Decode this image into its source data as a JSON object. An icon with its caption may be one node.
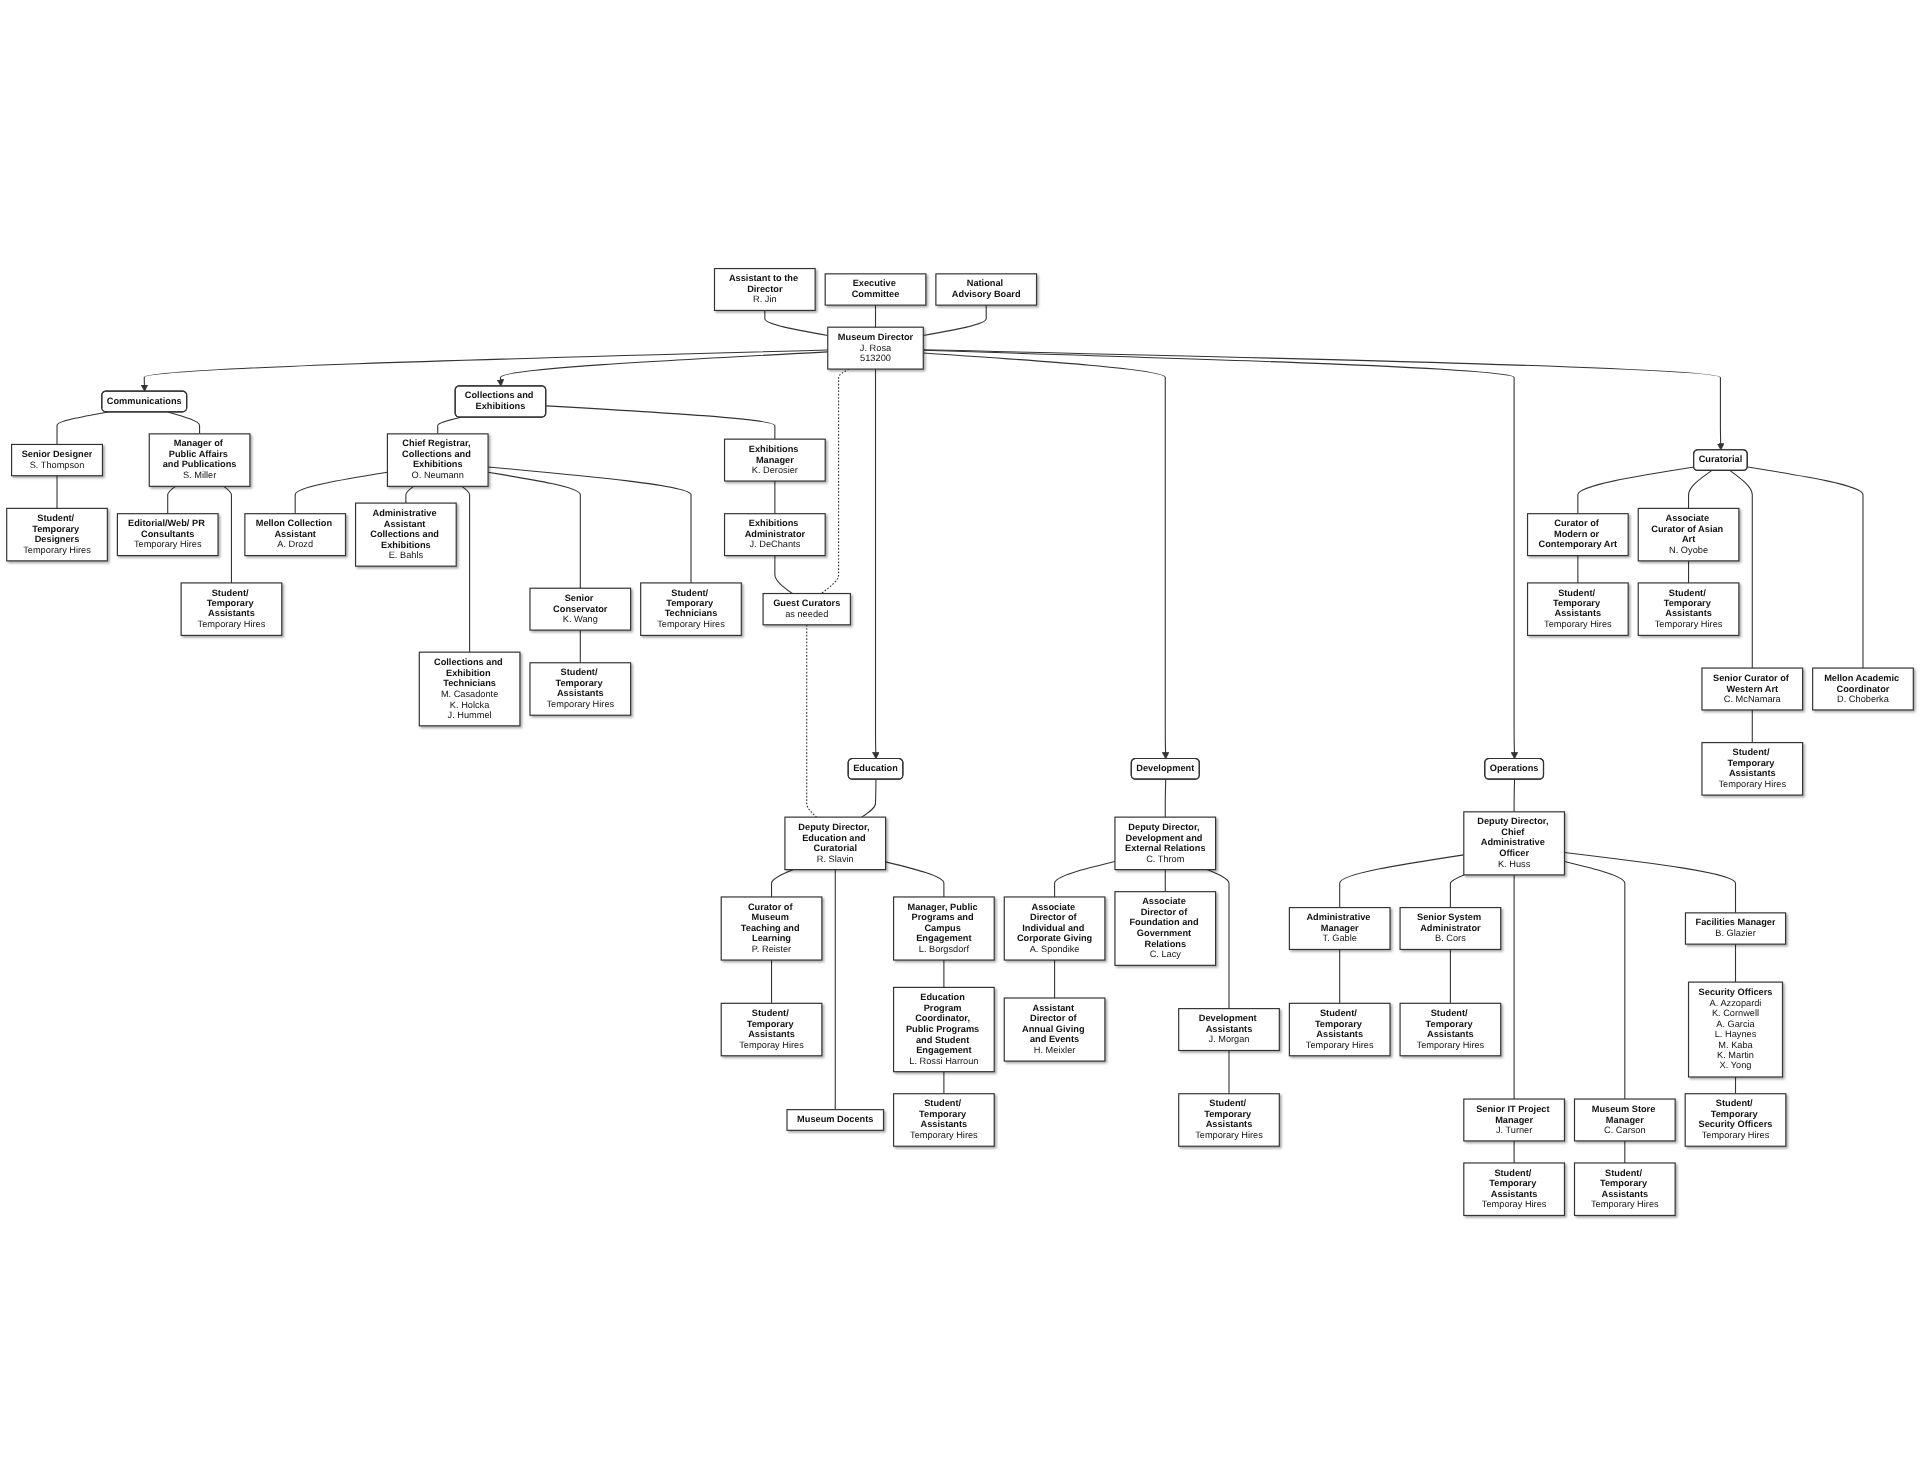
{
  "diagram": {
    "nodes": [
      {
        "text": [
          "Assistant to the Director",
          "R. Jin"
        ]
      },
      {
        "text": [
          "Museum Director",
          "J. Rosa",
          "513200"
        ]
      },
      {
        "text": [
          "Executive Committee"
        ]
      },
      {
        "text": [
          "National Advisory Board"
        ]
      },
      {
        "text": [
          "Communications"
        ]
      },
      {
        "text": [
          "Collections and Exhibitions"
        ]
      },
      {
        "text": [
          "Curatorial"
        ]
      },
      {
        "text": [
          "Education"
        ]
      },
      {
        "text": [
          "Development"
        ]
      },
      {
        "text": [
          "Operations"
        ]
      },
      {
        "text": [
          "Senior Designer",
          "S. Thompson"
        ]
      },
      {
        "text": [
          "Manager of Public Affairs and Publications",
          "S. Miller"
        ]
      },
      {
        "text": [
          "Chief Registrar, Collections and Exhibitions",
          "O. Neumann"
        ]
      },
      {
        "text": [
          "Exhibitions Manager",
          "K. Derosier"
        ]
      },
      {
        "text": [
          "Deputy Director, Education and Curatorial",
          "R. Slavin"
        ]
      },
      {
        "text": [
          "Deputy Director, Development and External Relations",
          "C. Throm"
        ]
      },
      {
        "text": [
          "Deputy Director, Chief Administrative Officer",
          "K. Huss"
        ]
      },
      {
        "text": [
          "Student/ Temporary Designers",
          "Temporary Hires"
        ]
      },
      {
        "text": [
          "Exhibitions Administrator",
          "J. DeChants"
        ]
      },
      {
        "text": [
          "Curator of Modern or Contemporary Art"
        ]
      },
      {
        "text": [
          "Associate Curator of Asian Art",
          "N. Oyobe"
        ]
      },
      {
        "text": [
          "Senior Curator of Western Art",
          "C. McNamara"
        ]
      },
      {
        "text": [
          "Mellon Academic Coordinator",
          "D. Choberka"
        ]
      },
      {
        "text": [
          "Associate Director of Individual and Corporate Giving",
          "A. Spondike"
        ]
      },
      {
        "text": [
          "Associate Director of Foundation and Government Relations",
          "C. Lacy"
        ]
      },
      {
        "text": [
          "Administrative Manager",
          "T. Gable"
        ]
      },
      {
        "text": [
          "Editorial/Web/ PR Consultants",
          "Temporary Hires"
        ]
      },
      {
        "text": [
          "Student/ Temporary Assistants",
          "Temporary Hires"
        ]
      },
      {
        "text": [
          "Guest Curators",
          "as needed"
        ]
      },
      {
        "text": [
          "Student/ Temporary Assistants",
          "Temporary Hires"
        ]
      },
      {
        "text": [
          "Student/ Temporary Assistants",
          "Temporary Hires"
        ]
      },
      {
        "text": [
          "Student/ Temporary Assistants",
          "Temporary Hires"
        ]
      },
      {
        "text": [
          "Assistant Director of Annual Giving and Events",
          "H. Meixler"
        ]
      },
      {
        "text": [
          "Development Assistants",
          "J. Morgan"
        ]
      },
      {
        "text": [
          "Student/ Temporary Assistants",
          "Temporary Hires"
        ]
      },
      {
        "text": [
          "Mellon Collection Assistant",
          "A. Drozd"
        ]
      },
      {
        "text": [
          "Administrative Assistant Collections and Exhibitions",
          "E. Bahls"
        ]
      },
      {
        "text": [
          "Collections and Exhibition Technicians",
          "M. Casadonte",
          "K. Holcka",
          "J. Hummel"
        ]
      },
      {
        "text": [
          "Senior Conservator",
          "K. Wang"
        ]
      },
      {
        "text": [
          "Student/ Temporary Technicians",
          "Temporary Hires"
        ]
      },
      {
        "text": [
          "Curator of Museum Teaching and Learning",
          "P. Reister"
        ]
      },
      {
        "text": [
          "Museum Docents"
        ]
      },
      {
        "text": [
          "Manager, Public Programs and Campus Engagement",
          "L. Borgsdorf"
        ]
      },
      {
        "text": [
          "Student/ Temporary Assistants",
          "Temporary Hires"
        ]
      },
      {
        "text": [
          "Student/ Temporary Assistants",
          "Temporary Hires"
        ]
      },
      {
        "text": [
          "Student/ Temporary Assistants",
          "Temporay Hires"
        ]
      },
      {
        "text": [
          "Education Program Coordinator, Public Programs and Student Engagement",
          "L. Rossi Harroun"
        ]
      },
      {
        "text": [
          "Senior System Administrator",
          "B. Cors"
        ]
      },
      {
        "text": [
          "Senior IT Project Manager",
          "J. Turner"
        ]
      },
      {
        "text": [
          "Museum Store Manager",
          "C. Carson"
        ]
      },
      {
        "text": [
          "Facilities Manager",
          "B. Glazier"
        ]
      },
      {
        "text": [
          "Student/ Temporary Assistants",
          "Temporary Hires"
        ]
      },
      {
        "text": [
          "Student/ Temporary Assistants",
          "Temporay Hires"
        ]
      },
      {
        "text": [
          "Student/ Temporary Assistants",
          "Temporary Hires"
        ]
      },
      {
        "text": [
          "Security Officers",
          "A. Azzopardi",
          "K. Cornwell",
          "A. Garcia",
          "L. Haynes",
          "M. Kaba",
          "K. Martin",
          "X. Yong"
        ]
      },
      {
        "text": [
          "Student/ Temporary Assistants",
          "Temporary Hires"
        ]
      },
      {
        "text": [
          "Student/ Temporary Security Officers",
          "Temporary Hires"
        ]
      }
    ],
    "edges": [
      {
        "from": 0,
        "to": 1,
        "arrow": "none"
      },
      {
        "from": 2,
        "to": 1,
        "arrow": "none"
      },
      {
        "from": 3,
        "to": 1,
        "arrow": "none"
      },
      {
        "from": 1,
        "to": 4,
        "arrow": "to"
      },
      {
        "from": 1,
        "to": 5,
        "arrow": "to"
      },
      {
        "from": 1,
        "to": 28,
        "arrow": "none",
        "style": "dashed"
      },
      {
        "from": 1,
        "to": 7,
        "arrow": "to"
      },
      {
        "from": 1,
        "to": 8,
        "arrow": "to"
      },
      {
        "from": 1,
        "to": 9,
        "arrow": "to"
      },
      {
        "from": 1,
        "to": 6,
        "arrow": "to"
      },
      {
        "from": 4,
        "to": 10,
        "arrow": "none"
      },
      {
        "from": 4,
        "to": 11,
        "arrow": "none"
      },
      {
        "from": 5,
        "to": 12,
        "arrow": "none"
      },
      {
        "from": 5,
        "to": 13,
        "arrow": "none"
      },
      {
        "from": 7,
        "to": 14,
        "arrow": "none"
      },
      {
        "from": 8,
        "to": 15,
        "arrow": "none"
      },
      {
        "from": 9,
        "to": 16,
        "arrow": "none"
      },
      {
        "from": 10,
        "to": 17,
        "arrow": "none"
      },
      {
        "from": 13,
        "to": 18,
        "arrow": "none"
      },
      {
        "from": 6,
        "to": 19,
        "arrow": "none"
      },
      {
        "from": 6,
        "to": 20,
        "arrow": "none"
      },
      {
        "from": 6,
        "to": 21,
        "arrow": "none"
      },
      {
        "from": 6,
        "to": 22,
        "arrow": "none"
      },
      {
        "from": 15,
        "to": 23,
        "arrow": "none"
      },
      {
        "from": 15,
        "to": 24,
        "arrow": "none"
      },
      {
        "from": 16,
        "to": 25,
        "arrow": "none"
      },
      {
        "from": 11,
        "to": 26,
        "arrow": "none"
      },
      {
        "from": 11,
        "to": 27,
        "arrow": "none"
      },
      {
        "from": 18,
        "to": 28,
        "arrow": "none"
      },
      {
        "from": 28,
        "to": 14,
        "arrow": "none",
        "style": "dashed"
      },
      {
        "from": 19,
        "to": 29,
        "arrow": "none"
      },
      {
        "from": 20,
        "to": 30,
        "arrow": "none"
      },
      {
        "from": 21,
        "to": 31,
        "arrow": "none"
      },
      {
        "from": 23,
        "to": 32,
        "arrow": "none"
      },
      {
        "from": 15,
        "to": 33,
        "arrow": "none"
      },
      {
        "from": 25,
        "to": 34,
        "arrow": "none"
      },
      {
        "from": 12,
        "to": 35,
        "arrow": "none"
      },
      {
        "from": 12,
        "to": 36,
        "arrow": "none"
      },
      {
        "from": 12,
        "to": 37,
        "arrow": "none"
      },
      {
        "from": 12,
        "to": 38,
        "arrow": "none"
      },
      {
        "from": 12,
        "to": 39,
        "arrow": "none"
      },
      {
        "from": 14,
        "to": 40,
        "arrow": "none"
      },
      {
        "from": 14,
        "to": 41,
        "arrow": "none"
      },
      {
        "from": 14,
        "to": 42,
        "arrow": "none"
      },
      {
        "from": 33,
        "to": 43,
        "arrow": "none"
      },
      {
        "from": 38,
        "to": 44,
        "arrow": "none"
      },
      {
        "from": 40,
        "to": 45,
        "arrow": "none"
      },
      {
        "from": 42,
        "to": 46,
        "arrow": "none"
      },
      {
        "from": 16,
        "to": 47,
        "arrow": "none"
      },
      {
        "from": 16,
        "to": 48,
        "arrow": "none"
      },
      {
        "from": 16,
        "to": 49,
        "arrow": "none"
      },
      {
        "from": 16,
        "to": 50,
        "arrow": "none"
      },
      {
        "from": 47,
        "to": 51,
        "arrow": "none"
      },
      {
        "from": 48,
        "to": 52,
        "arrow": "none"
      },
      {
        "from": 49,
        "to": 53,
        "arrow": "none"
      },
      {
        "from": 50,
        "to": 54,
        "arrow": "none"
      },
      {
        "from": 46,
        "to": 55,
        "arrow": "none"
      },
      {
        "from": 54,
        "to": 56,
        "arrow": "none"
      }
    ]
  }
}
